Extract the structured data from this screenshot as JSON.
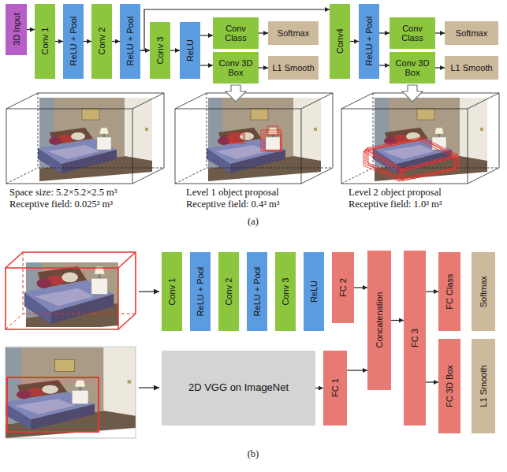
{
  "diagram": {
    "nodes": [
      {
        "text": [
          "3D Input"
        ]
      },
      {
        "text": [
          "Conv 1"
        ]
      },
      {
        "text": [
          "ReLU + Pool"
        ]
      },
      {
        "text": [
          "Conv 2"
        ]
      },
      {
        "text": [
          "ReLU + Pool"
        ]
      },
      {
        "text": [
          "Conv 3"
        ]
      },
      {
        "text": [
          "ReLU"
        ]
      },
      {
        "text": [
          "Conv Class"
        ]
      },
      {
        "text": [
          "Softmax"
        ]
      },
      {
        "text": [
          "Conv 3D Box"
        ]
      },
      {
        "text": [
          "L1 Smooth"
        ]
      },
      {
        "text": [
          "Conv4"
        ]
      },
      {
        "text": [
          "ReLU + Pool"
        ]
      },
      {
        "text": [
          "Conv Class"
        ]
      },
      {
        "text": [
          "Softmax"
        ]
      },
      {
        "text": [
          "Conv 3D Box"
        ]
      },
      {
        "text": [
          "L1 Smooth"
        ]
      },
      {
        "text": [
          "Conv 1"
        ]
      },
      {
        "text": [
          "ReLU + Pool"
        ]
      },
      {
        "text": [
          "Conv 2"
        ]
      },
      {
        "text": [
          "ReLU + Pool"
        ]
      },
      {
        "text": [
          "Conv 3"
        ]
      },
      {
        "text": [
          "ReLU"
        ]
      },
      {
        "text": [
          "FC 2"
        ]
      },
      {
        "text": [
          "Concatenation"
        ]
      },
      {
        "text": [
          "FC 3"
        ]
      },
      {
        "text": [
          "FC Class"
        ]
      },
      {
        "text": [
          "Softmax"
        ]
      },
      {
        "text": [
          "FC 3D Box"
        ]
      },
      {
        "text": [
          "L1 Smooth"
        ]
      },
      {
        "text": [
          "2D VGG on ImageNet"
        ]
      },
      {
        "text": [
          "FC 1"
        ]
      }
    ],
    "edges": [
      {
        "from": 0,
        "to": 1,
        "arrow": "to"
      },
      {
        "from": 1,
        "to": 2,
        "arrow": "to"
      },
      {
        "from": 2,
        "to": 3,
        "arrow": "to"
      },
      {
        "from": 3,
        "to": 4,
        "arrow": "to"
      },
      {
        "from": 4,
        "to": 5,
        "arrow": "to"
      },
      {
        "from": 4,
        "to": 11,
        "arrow": "to"
      },
      {
        "from": 5,
        "to": 6,
        "arrow": "to"
      },
      {
        "from": 6,
        "to": 7,
        "arrow": "to"
      },
      {
        "from": 6,
        "to": 9,
        "arrow": "to"
      },
      {
        "from": 7,
        "to": 8,
        "arrow": "to"
      },
      {
        "from": 9,
        "to": 10,
        "arrow": "to"
      },
      {
        "from": 11,
        "to": 12,
        "arrow": "to"
      },
      {
        "from": 12,
        "to": 13,
        "arrow": "to"
      },
      {
        "from": 12,
        "to": 15,
        "arrow": "to"
      },
      {
        "from": 13,
        "to": 14,
        "arrow": "to"
      },
      {
        "from": 15,
        "to": 16,
        "arrow": "to"
      },
      {
        "from": 23,
        "to": 24,
        "arrow": "to"
      },
      {
        "from": 31,
        "to": 24,
        "arrow": "to"
      },
      {
        "from": 24,
        "to": 25,
        "arrow": "to"
      },
      {
        "from": 25,
        "to": 26,
        "arrow": "to"
      },
      {
        "from": 25,
        "to": 28,
        "arrow": "to"
      },
      {
        "from": 30,
        "to": 31,
        "arrow": "to"
      }
    ],
    "labels": [
      "Space size: 5.2×5.2×2.5 m³",
      "Receptive field: 0.025³ m³",
      "Level 1 object proposal",
      "Receptive field: 0.4³ m³",
      "Level 2 object proposal",
      "Receptive field: 1.0³ m³",
      "(a)",
      "(b)"
    ]
  }
}
